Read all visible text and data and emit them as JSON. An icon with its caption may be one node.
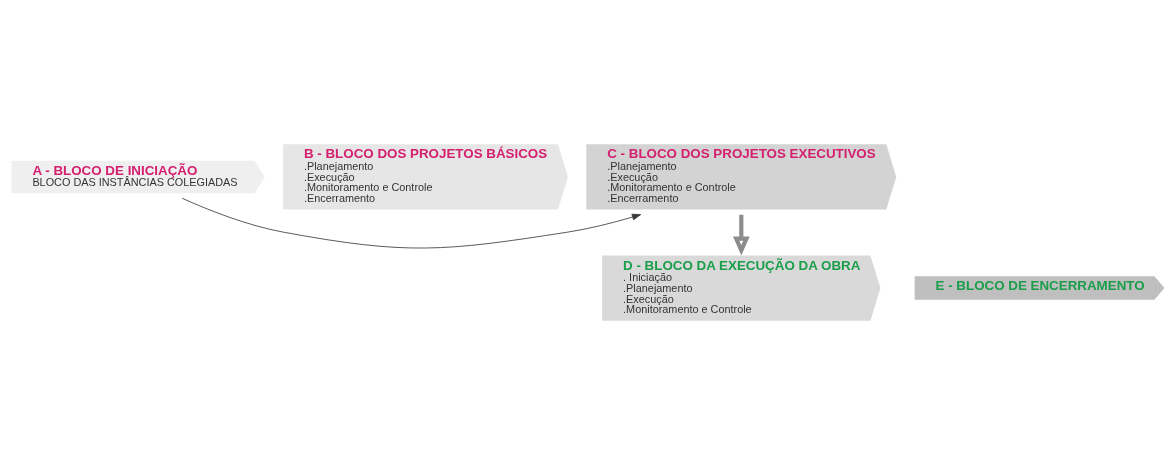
{
  "diagram": {
    "nodes": [
      {
        "text": [
          "A - BLOCO DE INICIAÇÃO",
          "BLOCO DAS INSTÂNCIAS COLEGIADAS"
        ]
      },
      {
        "text": [
          "B - BLOCO DOS PROJETOS BÁSICOS",
          ".Planejamento",
          ".Execução",
          ".Monitoramento e Controle",
          ".Encerramento"
        ]
      },
      {
        "text": [
          "C - BLOCO DOS PROJETOS EXECUTIVOS",
          ".Planejamento",
          ".Execução",
          ".Monitoramento e Controle",
          ".Encerramento"
        ]
      },
      {
        "text": [
          "D - BLOCO DA EXECUÇÃO DA OBRA",
          ". Iniciação",
          ".Planejamento",
          ".Execução",
          ".Monitoramento e Controle"
        ]
      },
      {
        "text": [
          "E - BLOCO DE ENCERRAMENTO"
        ]
      }
    ],
    "edges": [
      {
        "from": 0,
        "to": 2,
        "arrow": "to"
      },
      {
        "from": 2,
        "to": 3,
        "arrow": "to",
        "style": "thick",
        "color": "#8c8c8c"
      }
    ]
  }
}
